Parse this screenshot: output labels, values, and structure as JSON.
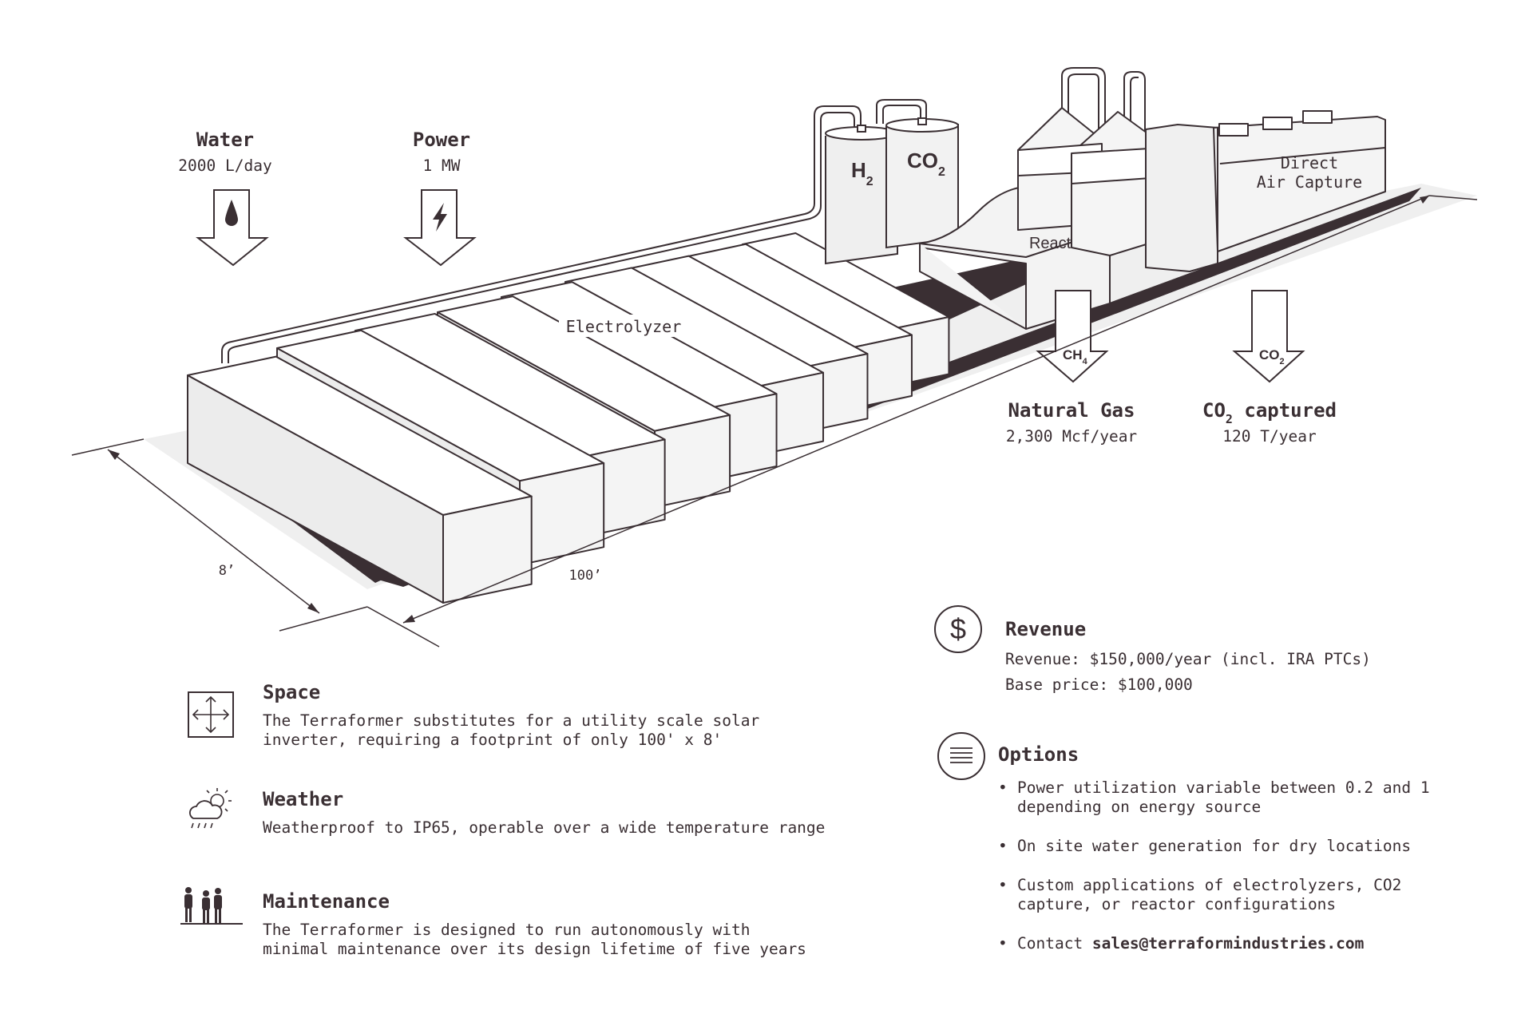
{
  "inputs": {
    "water": {
      "title": "Water",
      "value": "2000 L/day"
    },
    "power": {
      "title": "Power",
      "value": "1 MW"
    }
  },
  "components": {
    "electrolyzer": "Electrolyzer",
    "h2_tank": {
      "main": "H",
      "sub": "2"
    },
    "co2_tank": {
      "main": "CO",
      "sub": "2"
    },
    "reactor": "Reactor",
    "dac_line1": "Direct",
    "dac_line2": "Air Capture"
  },
  "outputs": {
    "ch4_arrow": {
      "main": "CH",
      "sub": "4"
    },
    "co2_arrow": {
      "main": "CO",
      "sub": "2"
    },
    "natural_gas": {
      "title": "Natural Gas",
      "value": "2,300 Mcf/year"
    },
    "co2_captured": {
      "title_main": "CO",
      "title_sub": "2",
      "title_rest": " captured",
      "value": "120 T/year"
    }
  },
  "dimensions": {
    "width": "8’",
    "length": "100’"
  },
  "features": {
    "space": {
      "title": "Space",
      "text": "The Terraformer substitutes for a utility scale solar\ninverter, requiring a footprint of only 100' x 8'"
    },
    "weather": {
      "title": "Weather",
      "text": "Weatherproof to IP65, operable over a wide temperature range"
    },
    "maintenance": {
      "title": "Maintenance",
      "text": "The Terraformer is designed to run autonomously with\nminimal maintenance over its design lifetime of five years"
    }
  },
  "revenue": {
    "title": "Revenue",
    "line1": "Revenue: $150,000/year (incl. IRA PTCs)",
    "line2": "Base price: $100,000"
  },
  "options": {
    "title": "Options",
    "items": [
      "Power utilization variable between 0.2 and 1\ndepending on energy source",
      "On site water generation for dry locations",
      "Custom applications of electrolyzers, CO2\ncapture, or reactor configurations"
    ],
    "contact_prefix": "Contact ",
    "contact_email": "sales@terraformindustries.com"
  },
  "colors": {
    "ink": "#3a2f33",
    "shadow": "#3a2f33",
    "box_top": "#ffffff",
    "box_side": "#ececec",
    "box_front": "#f4f4f4"
  }
}
